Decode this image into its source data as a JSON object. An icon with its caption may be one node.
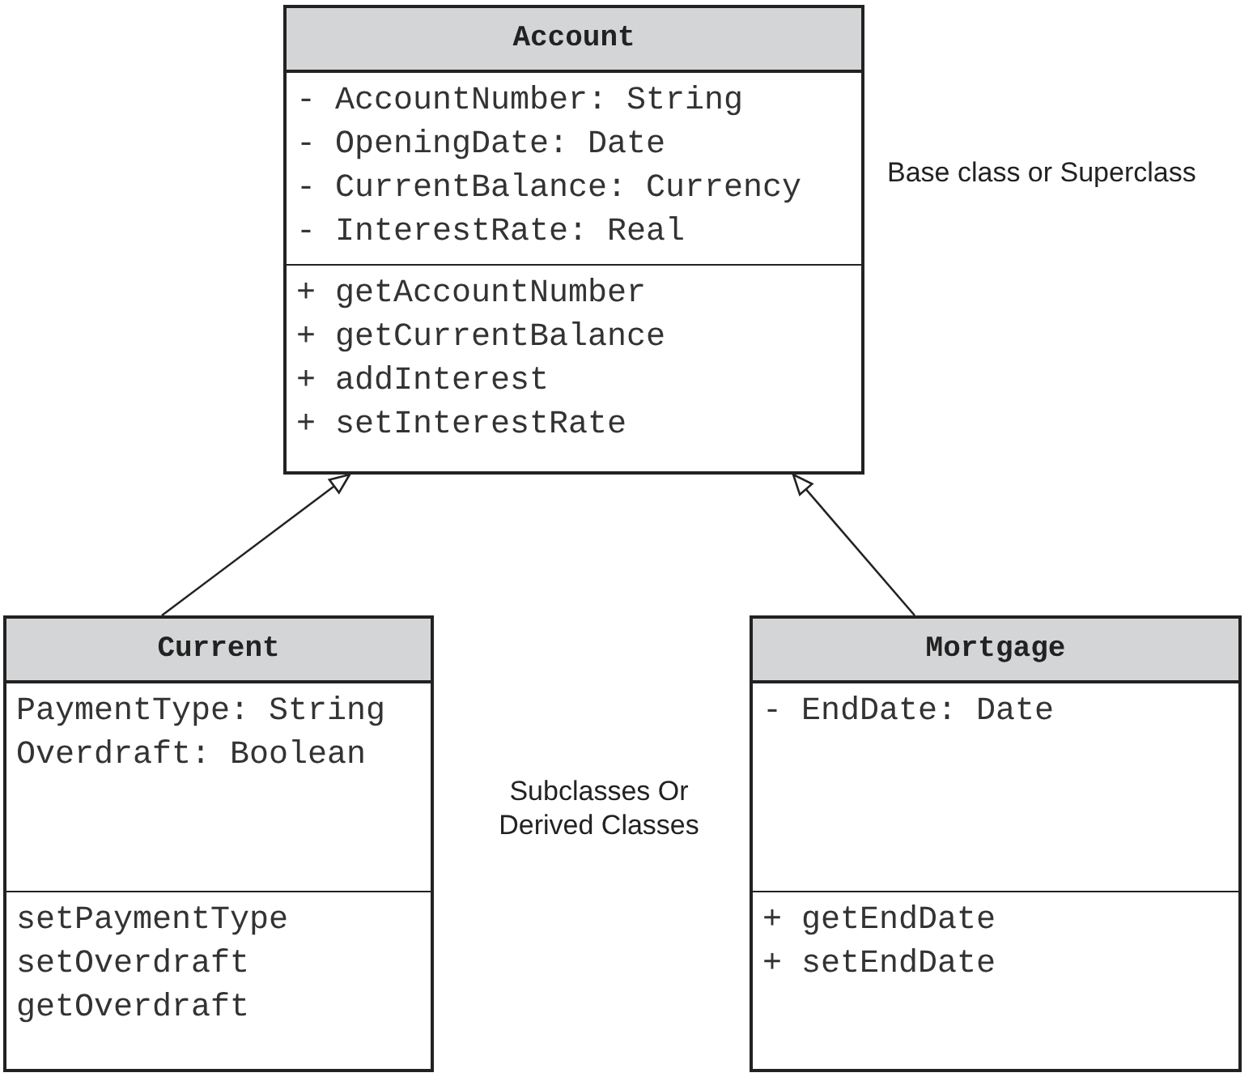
{
  "diagram": {
    "nodes": [
      {
        "text": [
          "Account"
        ]
      },
      {
        "text": [
          "- AccountNumber: String",
          "- OpeningDate: Date",
          "- CurrentBalance: Currency",
          "- InterestRate: Real"
        ],
        "in": 0
      },
      {
        "text": [
          "+ getAccountNumber",
          "+ getCurrentBalance",
          "+ addInterest",
          "+ setInterestRate"
        ],
        "in": 0
      },
      {
        "text": [
          "Current"
        ]
      },
      {
        "text": [
          "PaymentType: String",
          "Overdraft: Boolean"
        ],
        "in": 3
      },
      {
        "text": [
          "setPaymentType",
          "setOverdraft",
          "getOverdraft"
        ],
        "in": 3
      },
      {
        "text": [
          "Mortgage"
        ]
      },
      {
        "text": [
          "- EndDate: Date"
        ],
        "in": 6
      },
      {
        "text": [
          "+ getEndDate",
          "+ setEndDate"
        ],
        "in": 6
      }
    ],
    "edges": [
      {
        "from": 3,
        "to": 0,
        "arrow": "to"
      },
      {
        "from": 6,
        "to": 0,
        "arrow": "to"
      }
    ],
    "labels": [
      "Base class or Superclass",
      "Subclasses Or Derived Classes"
    ]
  }
}
